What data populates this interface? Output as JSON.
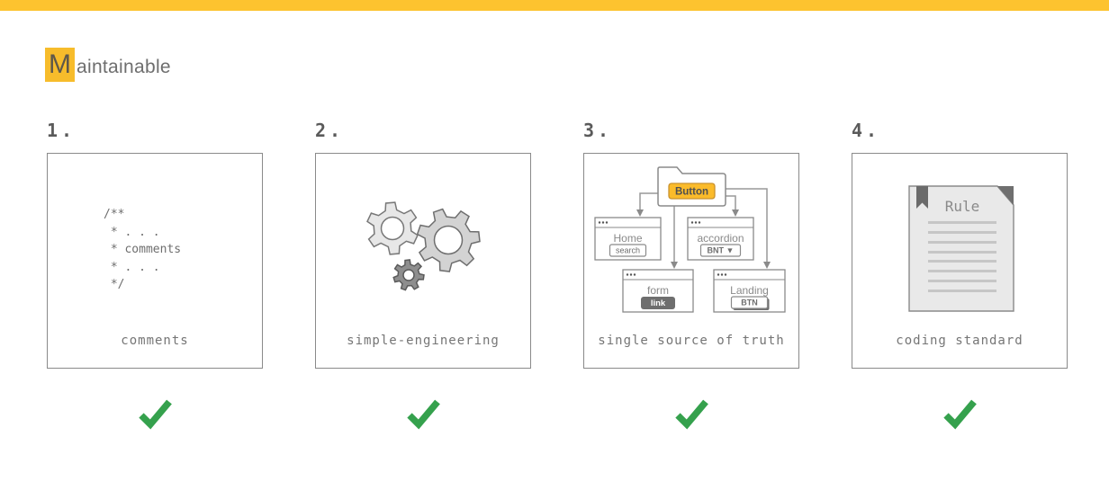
{
  "header": {
    "title_initial": "M",
    "title_rest": "aintainable"
  },
  "colors": {
    "topbar": "#FDC32F",
    "highlight": "#F7BC2B",
    "badge": "#FBBB2A",
    "badge_border": "#C9922E",
    "check": "#35A14D",
    "box_border": "#8A8A8A",
    "text_gray": "#757575",
    "dark_gray": "#6E6E6E"
  },
  "panels": [
    {
      "number": "1.",
      "label": "comments",
      "status_icon": "green-checkmark",
      "code": [
        "/**",
        " * . . .",
        " * comments",
        " * . . .",
        " */"
      ]
    },
    {
      "number": "2.",
      "label": "simple-engineering",
      "status_icon": "green-checkmark",
      "illustration": "gears"
    },
    {
      "number": "3.",
      "label": "single source of truth",
      "status_icon": "green-checkmark",
      "diagram": {
        "root_component": "Button",
        "windows": [
          {
            "title": "Home",
            "control": "search"
          },
          {
            "title": "accordion",
            "control": "BNT ▼"
          },
          {
            "title": "form",
            "control": "link"
          },
          {
            "title": "Landing",
            "control": "BTN"
          }
        ]
      }
    },
    {
      "number": "4.",
      "label": "coding standard",
      "status_icon": "green-checkmark",
      "document_title": "Rule"
    }
  ]
}
